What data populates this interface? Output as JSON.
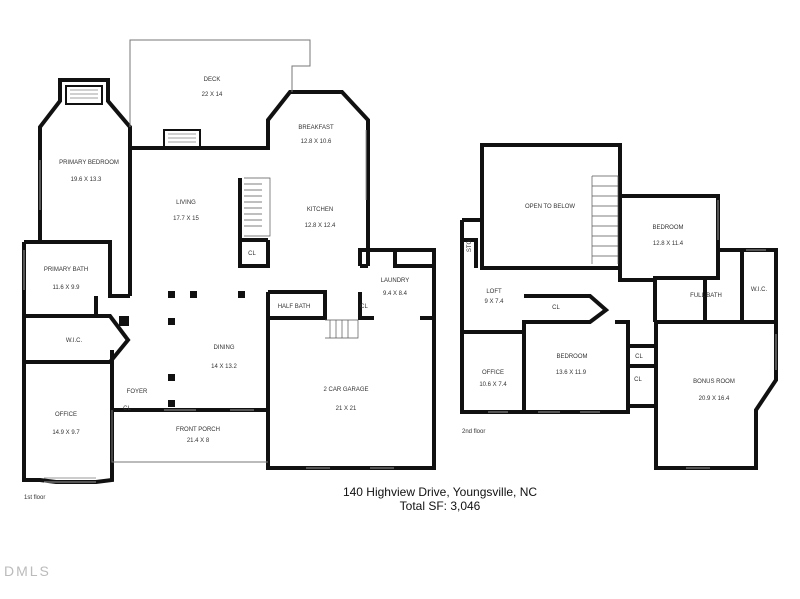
{
  "rooms_first": {
    "deck": {
      "name": "DECK",
      "dim": "22 X 14"
    },
    "breakfast": {
      "name": "BREAKFAST",
      "dim": "12.8 X 10.6"
    },
    "primary_bedroom": {
      "name": "PRIMARY BEDROOM",
      "dim": "19.6 X 13.3"
    },
    "living": {
      "name": "LIVING",
      "dim": "17.7 X 15"
    },
    "kitchen": {
      "name": "KITCHEN",
      "dim": "12.8 X 12.4"
    },
    "cl_kitchen": {
      "name": "CL"
    },
    "primary_bath": {
      "name": "PRIMARY BATH",
      "dim": "11.6 X 9.9"
    },
    "laundry": {
      "name": "LAUNDRY",
      "dim": "9.4 X 8.4"
    },
    "half_bath": {
      "name": "HALF BATH"
    },
    "cl_laundry": {
      "name": "CL"
    },
    "wic": {
      "name": "W.I.C."
    },
    "dining": {
      "name": "DINING",
      "dim": "14 X 13.2"
    },
    "garage": {
      "name": "2 CAR GARAGE",
      "dim": "21 X 21"
    },
    "foyer": {
      "name": "FOYER"
    },
    "cl_foyer": {
      "name": "CL"
    },
    "office": {
      "name": "OFFICE",
      "dim": "14.9 X 9.7"
    },
    "front_porch": {
      "name": "FRONT PORCH",
      "dim": "21.4 X 8"
    }
  },
  "rooms_second": {
    "open_to_below": {
      "name": "OPEN TO BELOW"
    },
    "bedroom_a": {
      "name": "BEDROOM",
      "dim": "12.8 X 11.4"
    },
    "stg": {
      "name": "STG"
    },
    "loft": {
      "name": "LOFT",
      "dim": "9 X 7.4"
    },
    "full_bath": {
      "name": "FULL BATH"
    },
    "wic": {
      "name": "W.I.C."
    },
    "cl_a": {
      "name": "CL"
    },
    "bedroom_b": {
      "name": "BEDROOM",
      "dim": "13.6 X 11.9"
    },
    "cl_b": {
      "name": "CL"
    },
    "cl_c": {
      "name": "CL"
    },
    "office": {
      "name": "OFFICE",
      "dim": "10.6 X 7.4"
    },
    "bonus_room": {
      "name": "BONUS ROOM",
      "dim": "20.9 X 16.4"
    }
  },
  "floor_labels": {
    "first": "1st floor",
    "second": "2nd floor"
  },
  "caption": {
    "address": "140 Highview Drive, Youngsville, NC",
    "total": "Total SF: 3,046"
  },
  "watermark": "DMLS"
}
